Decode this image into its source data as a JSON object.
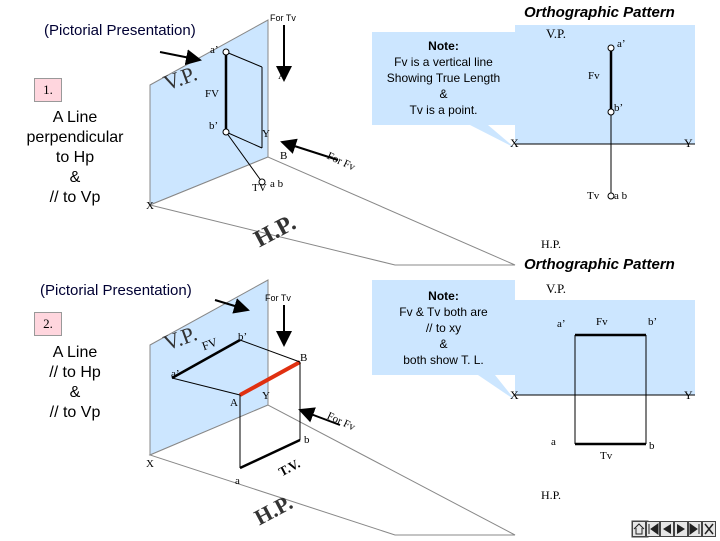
{
  "top": {
    "pictorial_title": "(Pictorial Presentation)",
    "ortho_title": "Orthographic Pattern",
    "problem_number": "1.",
    "description": [
      "A Line",
      "perpendicular",
      "to Hp",
      "&",
      "// to Vp"
    ],
    "vp_label": "V.P.",
    "hp_label": "H.P.",
    "for_tv": "For Tv",
    "for_fv": "For Fv",
    "note": [
      "Note:",
      "Fv is a vertical line",
      "Showing True Length",
      "&",
      "Tv is a point."
    ],
    "pict_labels": {
      "a_dash": "a’",
      "A": "A",
      "fv": "FV",
      "b_dash": "b’",
      "Y": "Y",
      "B": "B",
      "tv": "TV",
      "ab": "a b",
      "X": "X"
    },
    "ortho": {
      "vp": "V.P.",
      "a_dash": "a’",
      "fv": "Fv",
      "b_dash": "b’",
      "X": "X",
      "Y": "Y",
      "tv": "Tv",
      "ab": "a b",
      "hp": "H.P."
    }
  },
  "bottom": {
    "pictorial_title": "(Pictorial Presentation)",
    "ortho_title": "Orthographic Pattern",
    "problem_number": "2.",
    "description": [
      "A Line",
      "// to Hp",
      "&",
      "// to Vp"
    ],
    "vp_label": "V.P.",
    "hp_label": "H.P.",
    "for_tv": "For Tv",
    "for_fv": "For Fv",
    "note": [
      "Note:",
      "Fv & Tv both are",
      "// to xy",
      "&",
      "both show T. L."
    ],
    "pict_labels": {
      "fv": "FV",
      "b_dash": "b’",
      "B": "B",
      "a_dash": "a’",
      "A": "A",
      "Y": "Y",
      "b": "b",
      "X": "X",
      "a": "a",
      "tv": "T.V."
    },
    "ortho": {
      "vp": "V.P.",
      "a_dash": "a’",
      "fv": "Fv",
      "b_dash": "b’",
      "X": "X",
      "Y": "Y",
      "a": "a",
      "tv": "Tv",
      "b": "b",
      "hp": "H.P."
    }
  },
  "colors": {
    "vp_plane": "#cce6ff",
    "note_bubble": "#cce6ff",
    "highlight_line": "#e03010",
    "pink_box": "#ffd6de"
  },
  "nav_icons": [
    "home-icon",
    "first-icon",
    "prev-icon",
    "next-icon",
    "last-icon",
    "end-icon"
  ]
}
